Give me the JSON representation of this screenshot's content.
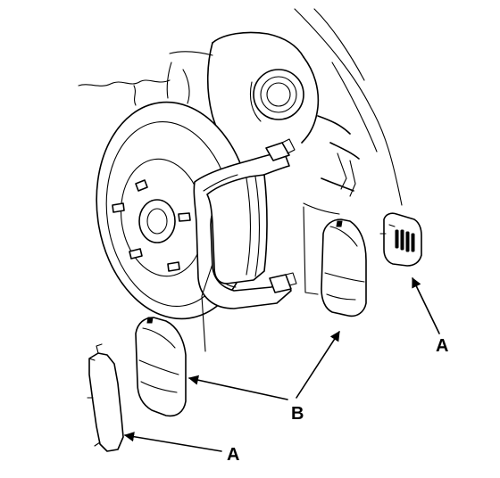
{
  "callouts": {
    "a_right": "A",
    "b": "B",
    "a_bottom": "A"
  }
}
